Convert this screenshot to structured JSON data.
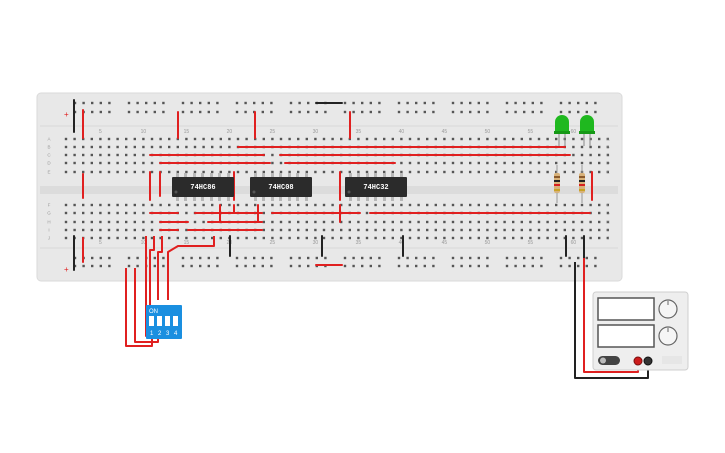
{
  "breadboard": {
    "column_numbers": [
      "5",
      "10",
      "15",
      "20",
      "25",
      "30",
      "35",
      "40",
      "45",
      "50",
      "55",
      "60"
    ],
    "row_letters_top": [
      "A",
      "B",
      "C",
      "D",
      "E"
    ],
    "row_letters_bottom": [
      "F",
      "G",
      "H",
      "I",
      "J"
    ],
    "rail_plus": "+",
    "rail_minus": "-"
  },
  "chips": [
    {
      "label": "74HC86"
    },
    {
      "label": "74HC08"
    },
    {
      "label": "74HC32"
    }
  ],
  "dip_switch": {
    "on_label": "ON",
    "switch_numbers": [
      "1",
      "2",
      "3",
      "4"
    ]
  },
  "leds": [
    {
      "color": "green"
    },
    {
      "color": "green"
    }
  ],
  "power_supply": {
    "type": "bench power supply"
  },
  "colors": {
    "board": "#e8e8e8",
    "wire_red": "#e02020",
    "wire_black": "#222222",
    "chip": "#2b2b2b",
    "dip_blue": "#1a8fe0",
    "led_green": "#1fb81f"
  }
}
